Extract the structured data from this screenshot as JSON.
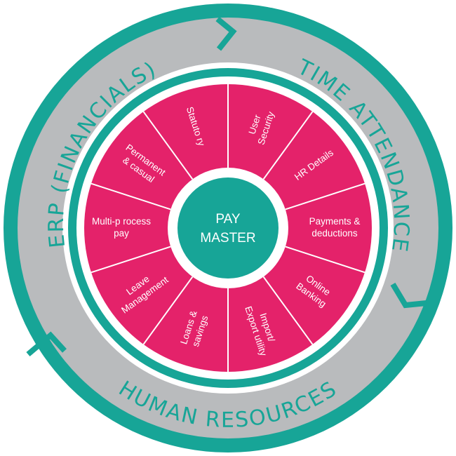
{
  "colors": {
    "teal": "#17a597",
    "gray": "#b9bbbd",
    "pink": "#e4226a",
    "white": "#ffffff"
  },
  "center": {
    "line1": "PAY",
    "line2": "MASTER"
  },
  "ring": {
    "erp": "ERP (FINANCIALS)",
    "time": "TIME ATTENDANCE",
    "hr": "HUMAN RESOURCES"
  },
  "segments": [
    {
      "lines": [
        "User",
        "Security"
      ]
    },
    {
      "lines": [
        "HR Details"
      ]
    },
    {
      "lines": [
        "Payments &",
        "deductions"
      ]
    },
    {
      "lines": [
        "Online",
        "Banking"
      ]
    },
    {
      "lines": [
        "Import/",
        "Export utility"
      ]
    },
    {
      "lines": [
        "Loans &",
        "savings"
      ]
    },
    {
      "lines": [
        "Leave",
        "Management"
      ]
    },
    {
      "lines": [
        "Multi-p rocess",
        "pay"
      ]
    },
    {
      "lines": [
        "Permanent",
        "& casual"
      ]
    },
    {
      "lines": [
        "Statuto ry"
      ]
    }
  ]
}
